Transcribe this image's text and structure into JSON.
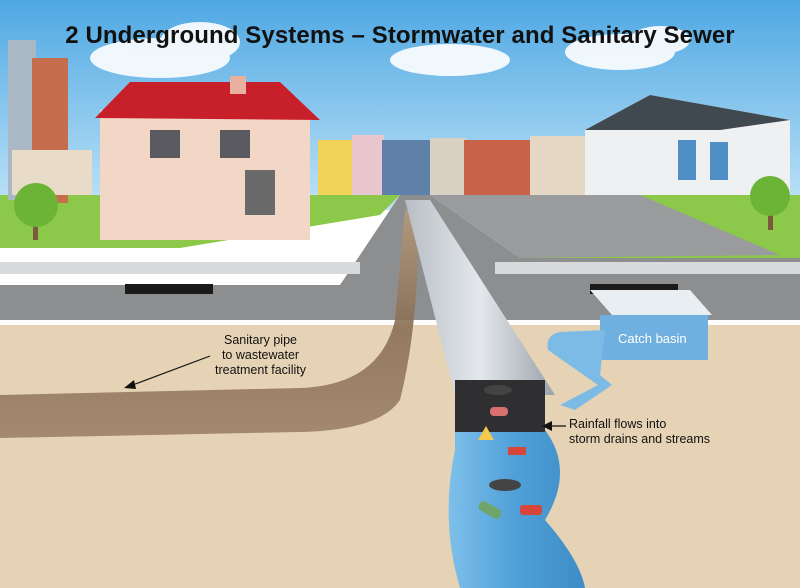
{
  "title": "2 Underground Systems – Stormwater and Sanitary Sewer",
  "labels": {
    "sanitary_line1": "Sanitary pipe",
    "sanitary_line2": "to wastewater",
    "sanitary_line3": "treatment facility",
    "rain_line1": "Rainfall flows into",
    "rain_line2": "storm drains and streams",
    "catch_basin": "Catch basin"
  },
  "colors": {
    "sky": "#5fb3e8",
    "grass": "#86c440",
    "road": "#8c8c8c",
    "soil": "#e6d3b5",
    "sanitary_pipe": "#8a6f55",
    "storm_water": "#5aa6dc",
    "catch_basin": "#6fb0e0",
    "roof_red": "#c8202b"
  }
}
